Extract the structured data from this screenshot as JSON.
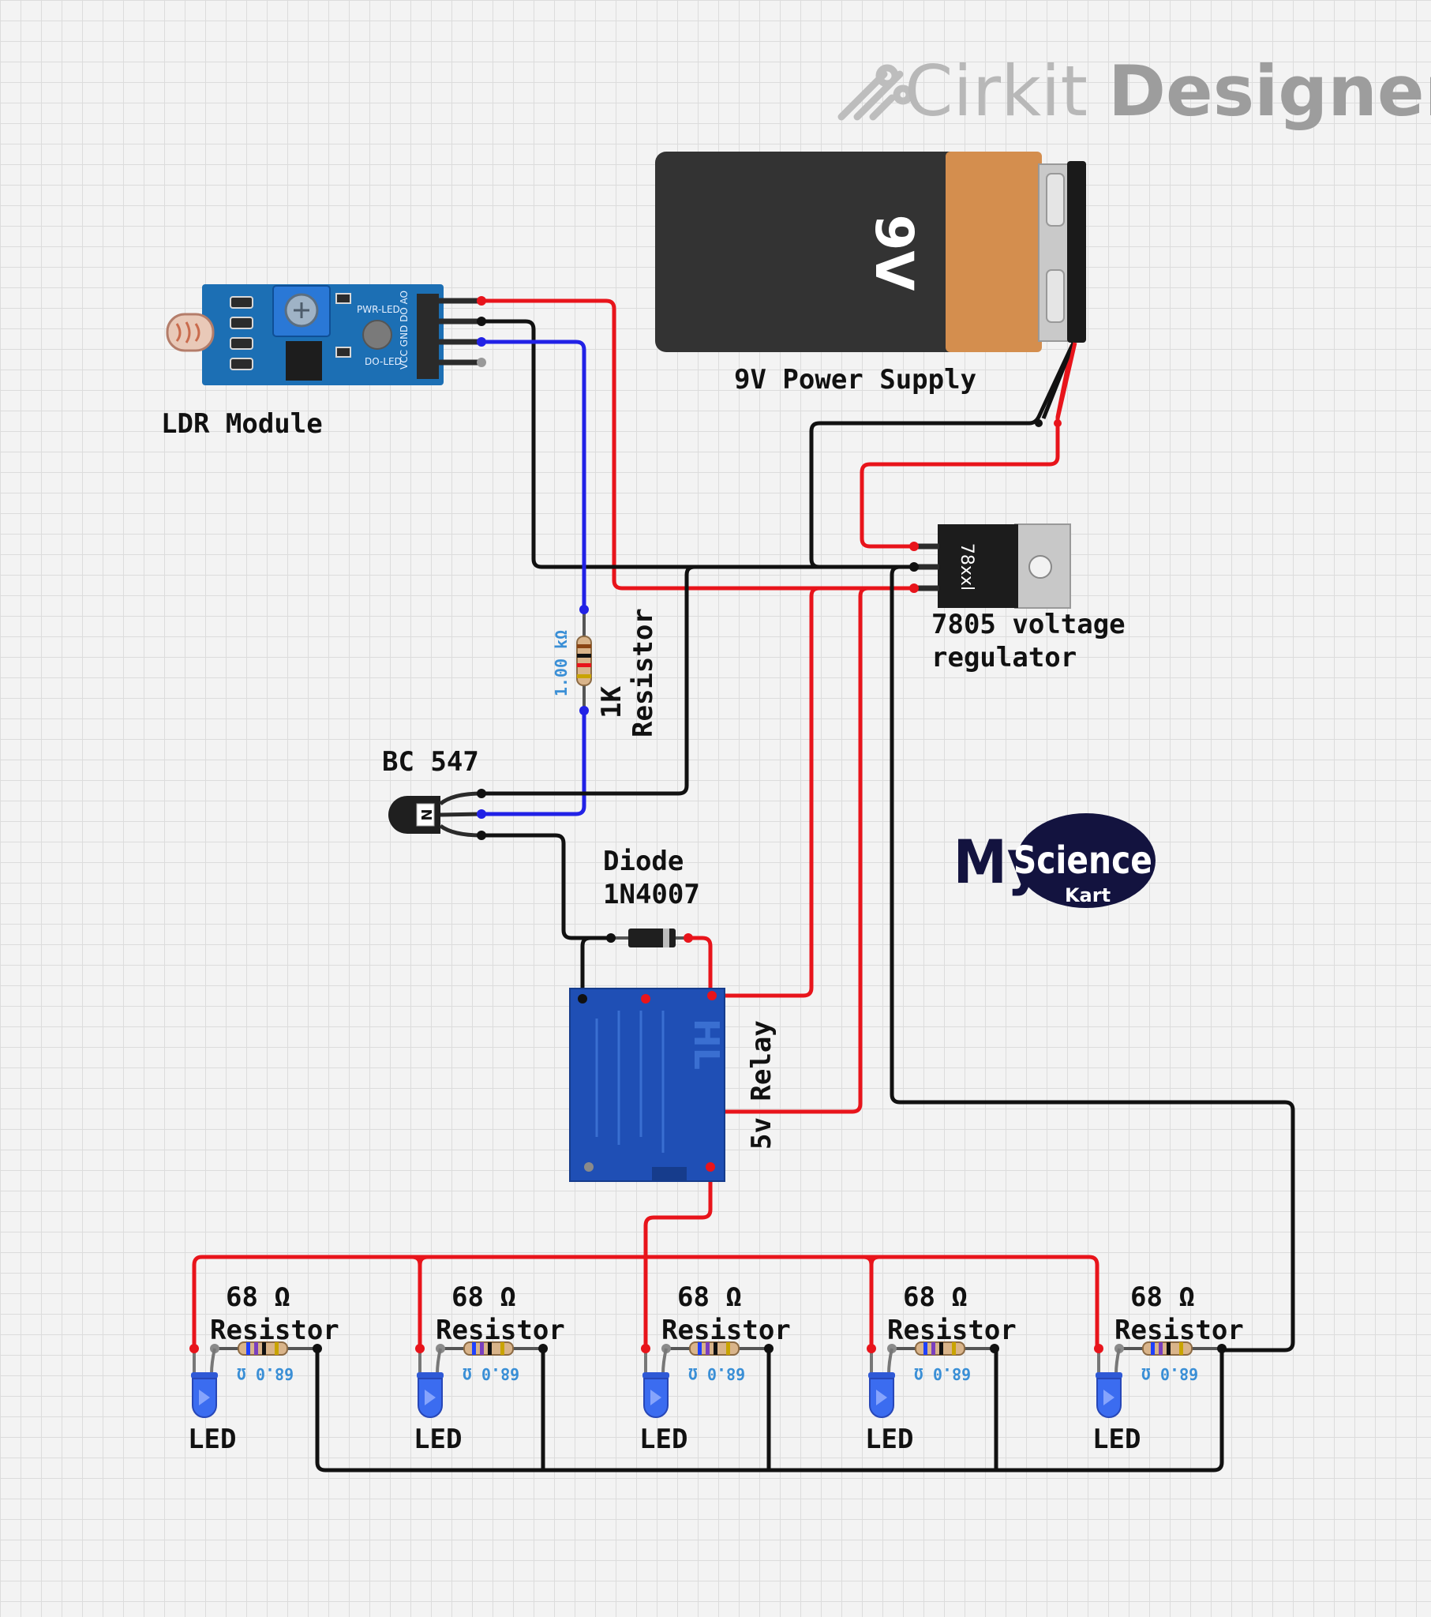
{
  "brand": {
    "name_light": "Cirkit",
    "name_bold": "Designer"
  },
  "logo": {
    "my": "My",
    "science": "Science",
    "kart": "Kart"
  },
  "components": {
    "battery": {
      "label": "9V Power Supply",
      "marking": "9V"
    },
    "ldr_module": {
      "label": "LDR Module",
      "pcb_text": "PWR-LED",
      "pcb_pins": "VCC GND DO AO",
      "pcb_text2": "DO-LED"
    },
    "regulator": {
      "label_line1": "7805 voltage",
      "label_line2": "regulator",
      "marking": "78xxl"
    },
    "resistor_1k": {
      "label_line1": "1K",
      "label_line2": "Resistor",
      "value": "1.00 kΩ"
    },
    "transistor": {
      "label": "BC 547",
      "marking": "N"
    },
    "diode": {
      "label_line1": "Diode",
      "label_line2": "1N4007"
    },
    "relay": {
      "label": "5v Relay",
      "marking": "HL"
    },
    "led_resistors": [
      {
        "label_line1": "68 Ω",
        "label_line2": "Resistor",
        "value": "68.0 Ω"
      },
      {
        "label_line1": "68 Ω",
        "label_line2": "Resistor",
        "value": "68.0 Ω"
      },
      {
        "label_line1": "68 Ω",
        "label_line2": "Resistor",
        "value": "68.0 Ω"
      },
      {
        "label_line1": "68 Ω",
        "label_line2": "Resistor",
        "value": "68.0 Ω"
      },
      {
        "label_line1": "68 Ω",
        "label_line2": "Resistor",
        "value": "68.0 Ω"
      }
    ],
    "leds": [
      {
        "label": "LED"
      },
      {
        "label": "LED"
      },
      {
        "label": "LED"
      },
      {
        "label": "LED"
      },
      {
        "label": "LED"
      }
    ]
  },
  "colors": {
    "wire_positive": "#e8141b",
    "wire_ground": "#111111",
    "wire_signal": "#2222e6",
    "led": "#3b6cf0",
    "relay": "#1f4fb5",
    "pcb": "#1c6fb4"
  }
}
